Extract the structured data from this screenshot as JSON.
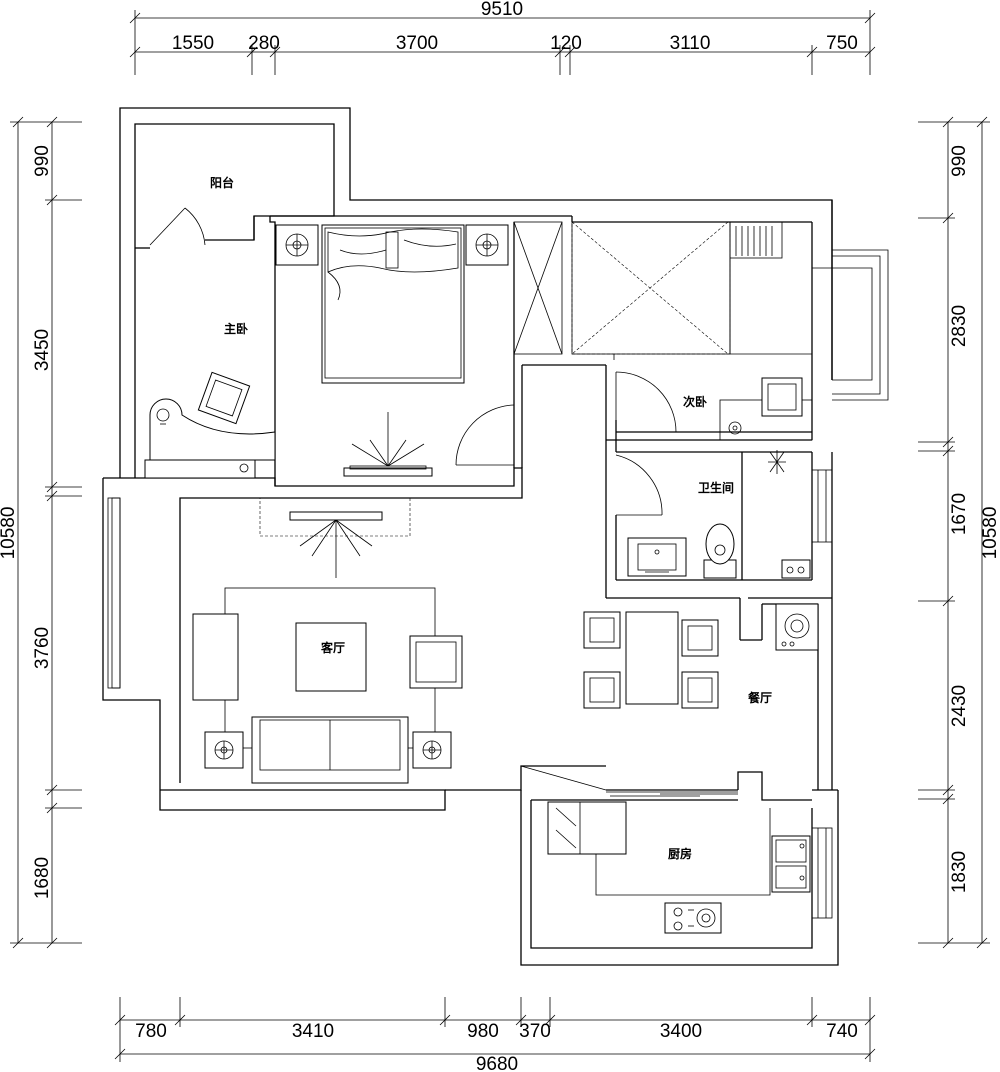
{
  "dimensions": {
    "top_total": "9510",
    "top": [
      "1550",
      "280",
      "3700",
      "120",
      "3110",
      "750"
    ],
    "left_total": "10580",
    "left": [
      "990",
      "3450",
      "3760",
      "1680"
    ],
    "right_total": "10580",
    "right": [
      "990",
      "2830",
      "1670",
      "2430",
      "1830"
    ],
    "bottom_total": "9680",
    "bottom": [
      "780",
      "3410",
      "980",
      "370",
      "3400",
      "740"
    ]
  },
  "rooms": {
    "balcony": "阳台",
    "master_bedroom": "主卧",
    "second_bedroom": "次卧",
    "bathroom": "卫生间",
    "living_room": "客厅",
    "dining_room": "餐厅",
    "kitchen": "厨房"
  }
}
